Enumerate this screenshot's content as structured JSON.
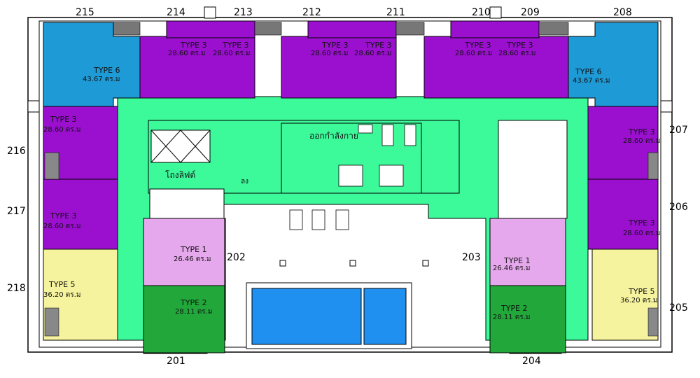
{
  "room_numbers": {
    "r215": "215",
    "r214": "214",
    "r213": "213",
    "r212": "212",
    "r211": "211",
    "r210": "210",
    "r209": "209",
    "r208": "208",
    "r207": "207",
    "r206": "206",
    "r205": "205",
    "r204": "204",
    "r203": "203",
    "r202": "202",
    "r201": "201",
    "r216": "216",
    "r217": "217",
    "r218": "218"
  },
  "unit_types": {
    "type1": {
      "name": "TYPE 1",
      "area": "26.46  ตร.ม"
    },
    "type2": {
      "name": "TYPE 2",
      "area": "28.11  ตร.ม"
    },
    "type3": {
      "name": "TYPE 3",
      "area": "28.60  ตร.ม"
    },
    "type5": {
      "name": "TYPE 5",
      "area": "36.20  ตร.ม"
    },
    "type6": {
      "name": "TYPE 6",
      "area": "43.67  ตร.ม"
    }
  },
  "facilities": {
    "gym": "ออกกำลังกาย",
    "elevator_lobby": "โถงลิฟต์",
    "stair_mark": "ลง"
  },
  "colors": {
    "type1": "#e6a8ec",
    "type2": "#22a83a",
    "type3": "#9b0fcf",
    "type5": "#f6f39e",
    "type6": "#1e9ad6",
    "common": "#3cf99a",
    "pool": "#1f8ff0",
    "outline": "#000000"
  }
}
